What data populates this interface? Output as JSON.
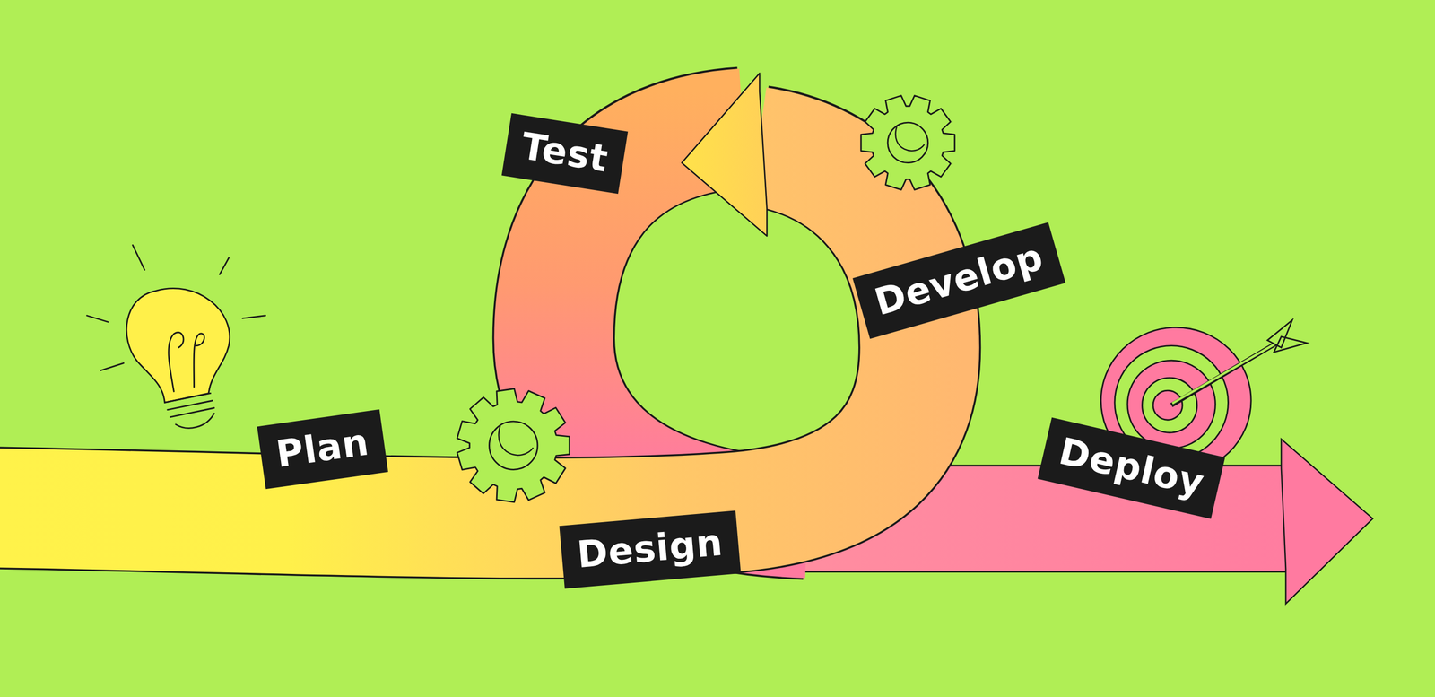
{
  "diagram": {
    "nodes": [
      {
        "text": [
          "Plan"
        ]
      },
      {
        "text": [
          "Design"
        ]
      },
      {
        "text": [
          "Develop"
        ]
      },
      {
        "text": [
          "Test"
        ]
      },
      {
        "text": [
          "Deploy"
        ]
      }
    ]
  }
}
